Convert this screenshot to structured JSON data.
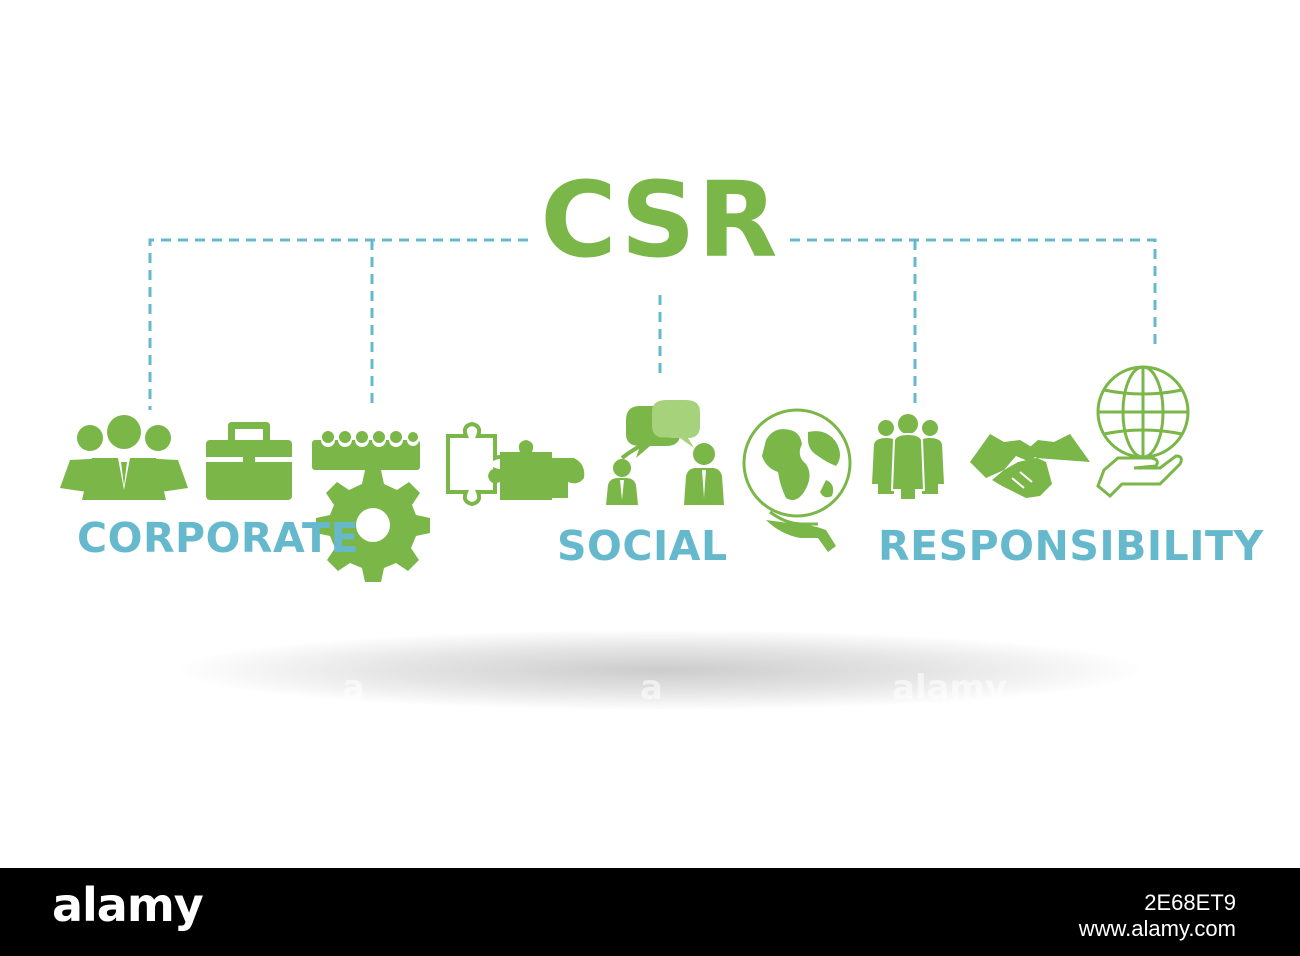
{
  "diagram": {
    "title": "CSR",
    "words": [
      "CORPORATE",
      "SOCIAL",
      "RESPONSIBILITY"
    ],
    "icons": [
      "business-team-icon",
      "briefcase-icon",
      "team-gear-icon",
      "puzzle-icon",
      "communication-icon",
      "globe-in-hand-icon",
      "crowd-icon",
      "handshake-icon",
      "globe-hand-outline-icon"
    ],
    "colors": {
      "title": "#7ab648",
      "icon": "#7ab648",
      "words": "#66b9cc",
      "connector": "#66b9cc",
      "background": "#ffffff"
    },
    "watermarks": [
      "a",
      "a",
      "alamy"
    ]
  },
  "stock_bar": {
    "logo": "alamy",
    "image_id": "2E68ET9",
    "url": "www.alamy.com",
    "background": "#000000",
    "text_color": "#ffffff"
  }
}
